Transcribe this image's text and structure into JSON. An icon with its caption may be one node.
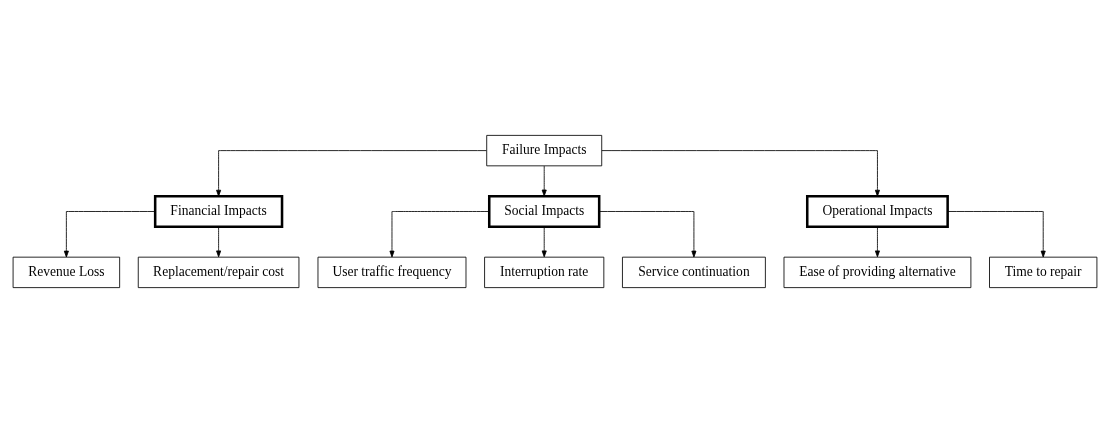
{
  "diagram": {
    "nodes": [
      {
        "text": [
          "Failure Impacts"
        ]
      },
      {
        "text": [
          "Financial Impacts"
        ]
      },
      {
        "text": [
          "Social Impacts"
        ]
      },
      {
        "text": [
          "Operational Impacts"
        ]
      },
      {
        "text": [
          "Revenue Loss"
        ]
      },
      {
        "text": [
          "Replacement/repair cost"
        ]
      },
      {
        "text": [
          "User traffic frequency"
        ]
      },
      {
        "text": [
          "Interruption rate"
        ]
      },
      {
        "text": [
          "Service continuation"
        ]
      },
      {
        "text": [
          "Ease of providing alternative"
        ]
      },
      {
        "text": [
          "Time to repair"
        ]
      }
    ],
    "edges": [
      {
        "from": 0,
        "to": 1,
        "arrow": "to"
      },
      {
        "from": 0,
        "to": 2,
        "arrow": "to"
      },
      {
        "from": 0,
        "to": 3,
        "arrow": "to"
      },
      {
        "from": 1,
        "to": 4,
        "arrow": "to"
      },
      {
        "from": 1,
        "to": 5,
        "arrow": "to"
      },
      {
        "from": 2,
        "to": 6,
        "arrow": "to"
      },
      {
        "from": 2,
        "to": 7,
        "arrow": "to"
      },
      {
        "from": 2,
        "to": 8,
        "arrow": "to"
      },
      {
        "from": 3,
        "to": 9,
        "arrow": "to"
      },
      {
        "from": 3,
        "to": 10,
        "arrow": "to"
      }
    ]
  }
}
